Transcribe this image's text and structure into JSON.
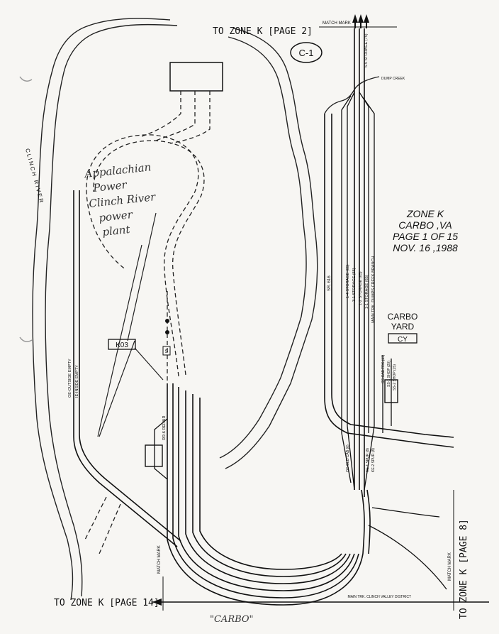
{
  "references": {
    "top": "TO ZONE K [PAGE 2]",
    "bottom_left": "TO ZONE K [PAGE 14]",
    "right": "TO ZONE K [PAGE 8]",
    "match_mark": "MATCH MARK"
  },
  "map_id": "C-1",
  "zone": {
    "line1": "ZONE K",
    "line2": "CARBO ,VA",
    "line3": "PAGE 1 OF 15",
    "line4": "NOV. 16 ,1988"
  },
  "yard": {
    "name_line1": "CARBO",
    "name_line2": "YARD",
    "code": "CY"
  },
  "features": {
    "river": "CLINCH RIVER",
    "creek": "DUMP CREEK",
    "road": "SR. 616",
    "main_track": "MAIN TRK. CLINCH VALLEY DISTRICT",
    "box_label": "K03",
    "signal_s": "S"
  },
  "track_labels": {
    "storage_top": "5-5 STORAGE (75)",
    "yard": [
      "1-4 STORAGE (65)",
      "3-1 STORAGE (65)",
      "1-2 STORAGE (65)",
      "1-1 STORAGE (65)",
      "MAIN TRK. DUMPS CREEK BRANCH"
    ],
    "shop": [
      "SC-CAB TRK (17)",
      "SS-1 SHOP (20)",
      "SS-2 SHOP (15)"
    ],
    "lower": [
      "OC-OLD CAB (6)",
      "KE-1 SPUR (8)",
      "KE-2 SPUR (8)"
    ],
    "left": [
      "OE-OUTSIDE EMPTY",
      "IE-INSIDE EMPTY"
    ],
    "repair": "RR-6 REPAIR"
  },
  "handwritten": {
    "plant_line1": "Appalachian",
    "plant_line2": "Power",
    "plant_line3": "Clinch River",
    "plant_line4": "power",
    "plant_line5": "plant",
    "caption": "\"CARBO\""
  }
}
